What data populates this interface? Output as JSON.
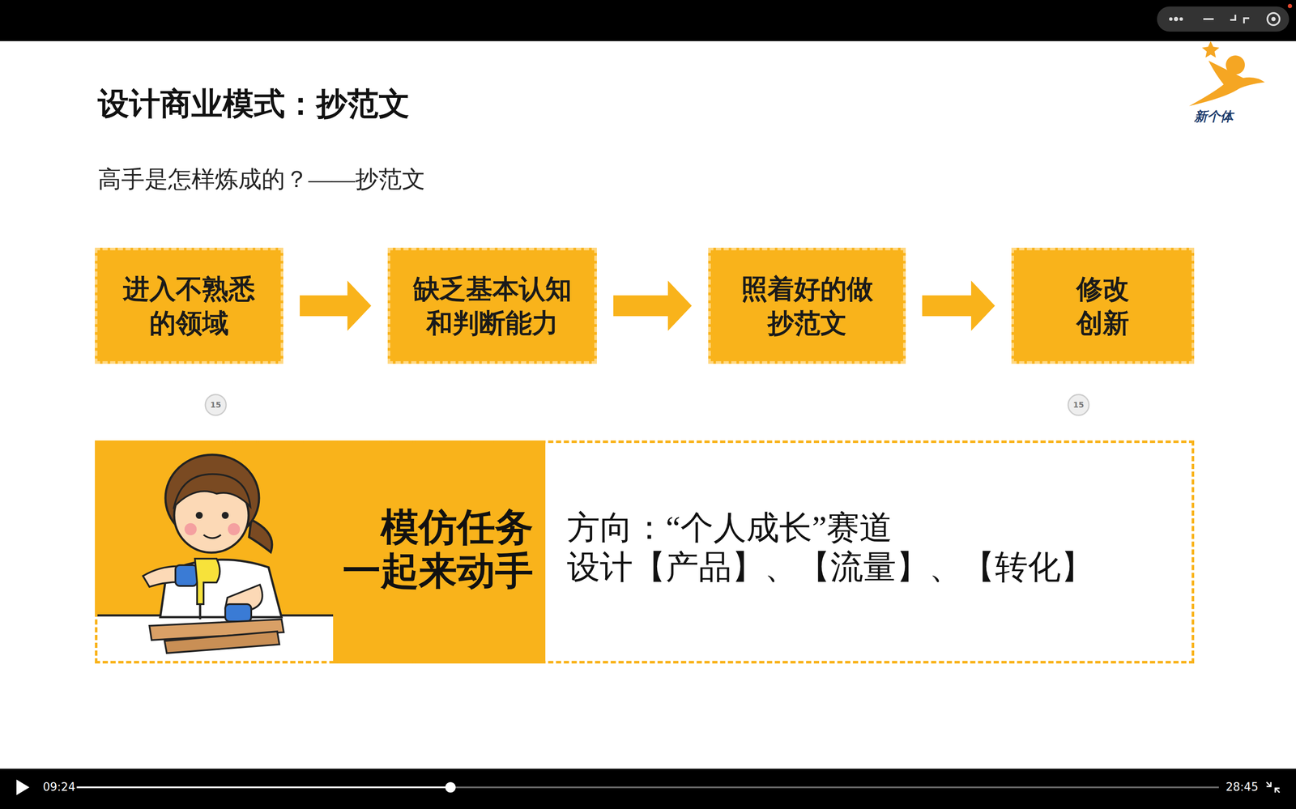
{
  "diagram": {
    "title": "设计商业模式：抄范文",
    "nodes": [
      {
        "text": [
          "进入不熟悉 的领域"
        ]
      },
      {
        "text": [
          "缺乏基本认知 和判断能力"
        ]
      },
      {
        "text": [
          "照着好的做 抄范文"
        ]
      },
      {
        "text": [
          "修改 创新"
        ]
      },
      {
        "text": [
          "方向：“个人成长”赛道",
          "设计【产品】、【流量】、【转化】"
        ]
      },
      {
        "text": [
          "模仿任务 一起来动手"
        ],
        "in": 4
      }
    ],
    "edges": [
      {
        "from": 0,
        "to": 1,
        "arrow": "to"
      },
      {
        "from": 1,
        "to": 2,
        "arrow": "to"
      },
      {
        "from": 2,
        "to": 3,
        "arrow": "to"
      }
    ],
    "labels": [
      "高手是怎样炼成的？——抄范文",
      "新个体",
      "15",
      "15",
      "09:24",
      "28:45"
    ]
  }
}
